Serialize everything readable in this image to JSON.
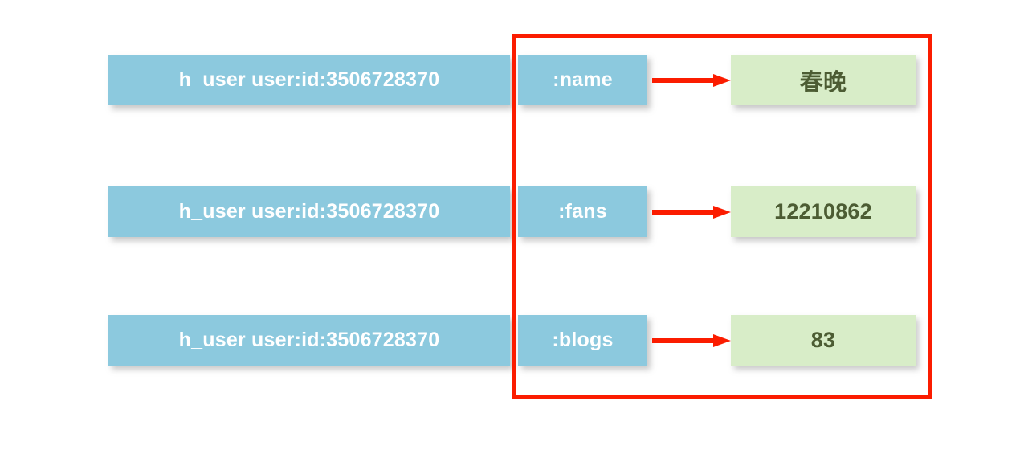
{
  "diagram": {
    "type": "key-field-value-mapping",
    "title_visible": false,
    "background_color": "#ffffff",
    "colors": {
      "key_box_fill": "#8cc9de",
      "key_box_text": "#ffffff",
      "field_box_fill": "#8cc9de",
      "field_box_text": "#ffffff",
      "value_box_fill": "#d8edc8",
      "value_box_text": "#4c5c33",
      "arrow": "#fb1c00",
      "highlight_border": "#fb1c00"
    },
    "highlight": {
      "label": "field-value-highlight-region",
      "stroke_color": "#fb1c00"
    },
    "rows": [
      {
        "key": "h_user user:id:3506728370",
        "field": ":name",
        "value": "春晚",
        "arrow": "arrow-right-icon"
      },
      {
        "key": "h_user user:id:3506728370",
        "field": ":fans",
        "value": "12210862",
        "arrow": "arrow-right-icon"
      },
      {
        "key": "h_user user:id:3506728370",
        "field": ":blogs",
        "value": "83",
        "arrow": "arrow-right-icon"
      }
    ]
  }
}
